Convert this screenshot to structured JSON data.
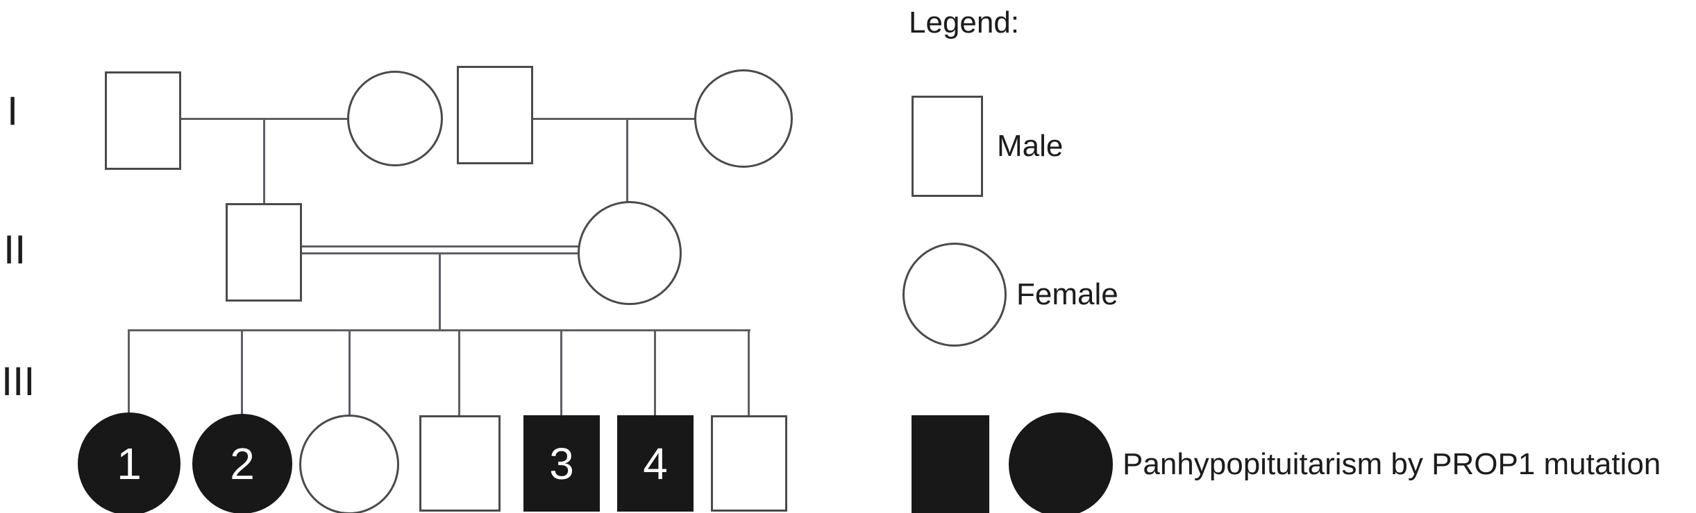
{
  "diagram": {
    "type": "pedigree-chart",
    "generation_labels": {
      "row1": "I",
      "row2": "II",
      "row3": "III"
    },
    "generation3_numbers": {
      "child1": "1",
      "child2": "2",
      "child5": "3",
      "child6": "4"
    }
  },
  "legend": {
    "title": "Legend:",
    "male": "Male",
    "female": "Female",
    "affected": "Panhypopituitarism by PROP1 mutation"
  },
  "colors": {
    "affected_fill": "#181818",
    "symbol_outline": "#4a4a4a",
    "connector_line": "#5e5e66",
    "number_text": "#ffffff",
    "background": "#ffffff"
  }
}
